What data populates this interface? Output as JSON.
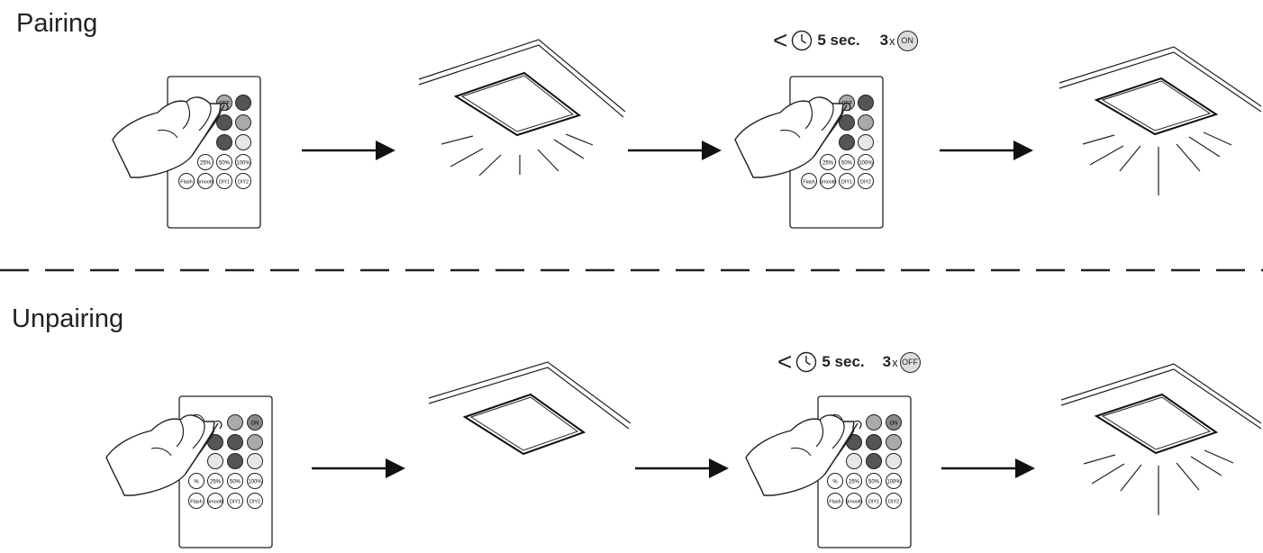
{
  "sections": {
    "pairing": {
      "title": "Pairing",
      "time": "5 sec.",
      "count": "3",
      "count_suffix": "x",
      "button": "ON"
    },
    "unpairing": {
      "title": "Unpairing",
      "time": "5 sec.",
      "count": "3",
      "count_suffix": "x",
      "button": "OFF"
    }
  },
  "symbols": {
    "less_than": "<"
  },
  "remote_pairing": {
    "top": [
      "OFF",
      ""
    ],
    "pct": [
      "25%",
      "50%",
      "100%"
    ],
    "modes": [
      "Flash",
      "Smooth",
      "DIY1",
      "DIY2"
    ]
  },
  "remote_unpairing": {
    "top": [
      "W",
      "",
      "ON"
    ],
    "pct": [
      "%",
      "25%",
      "50%",
      "100%"
    ],
    "modes": [
      "Flash",
      "Smooth",
      "DIY1",
      "DIY2"
    ]
  },
  "colors": {
    "line": "#111111",
    "button_dark": "#555555",
    "button_mid": "#aaaaaa",
    "button_light": "#e6e6e6"
  },
  "icons": [
    "hand-pointer-icon",
    "clock-icon",
    "arrow-right-icon",
    "ceiling-light-panel-icon",
    "remote-control-icon"
  ]
}
